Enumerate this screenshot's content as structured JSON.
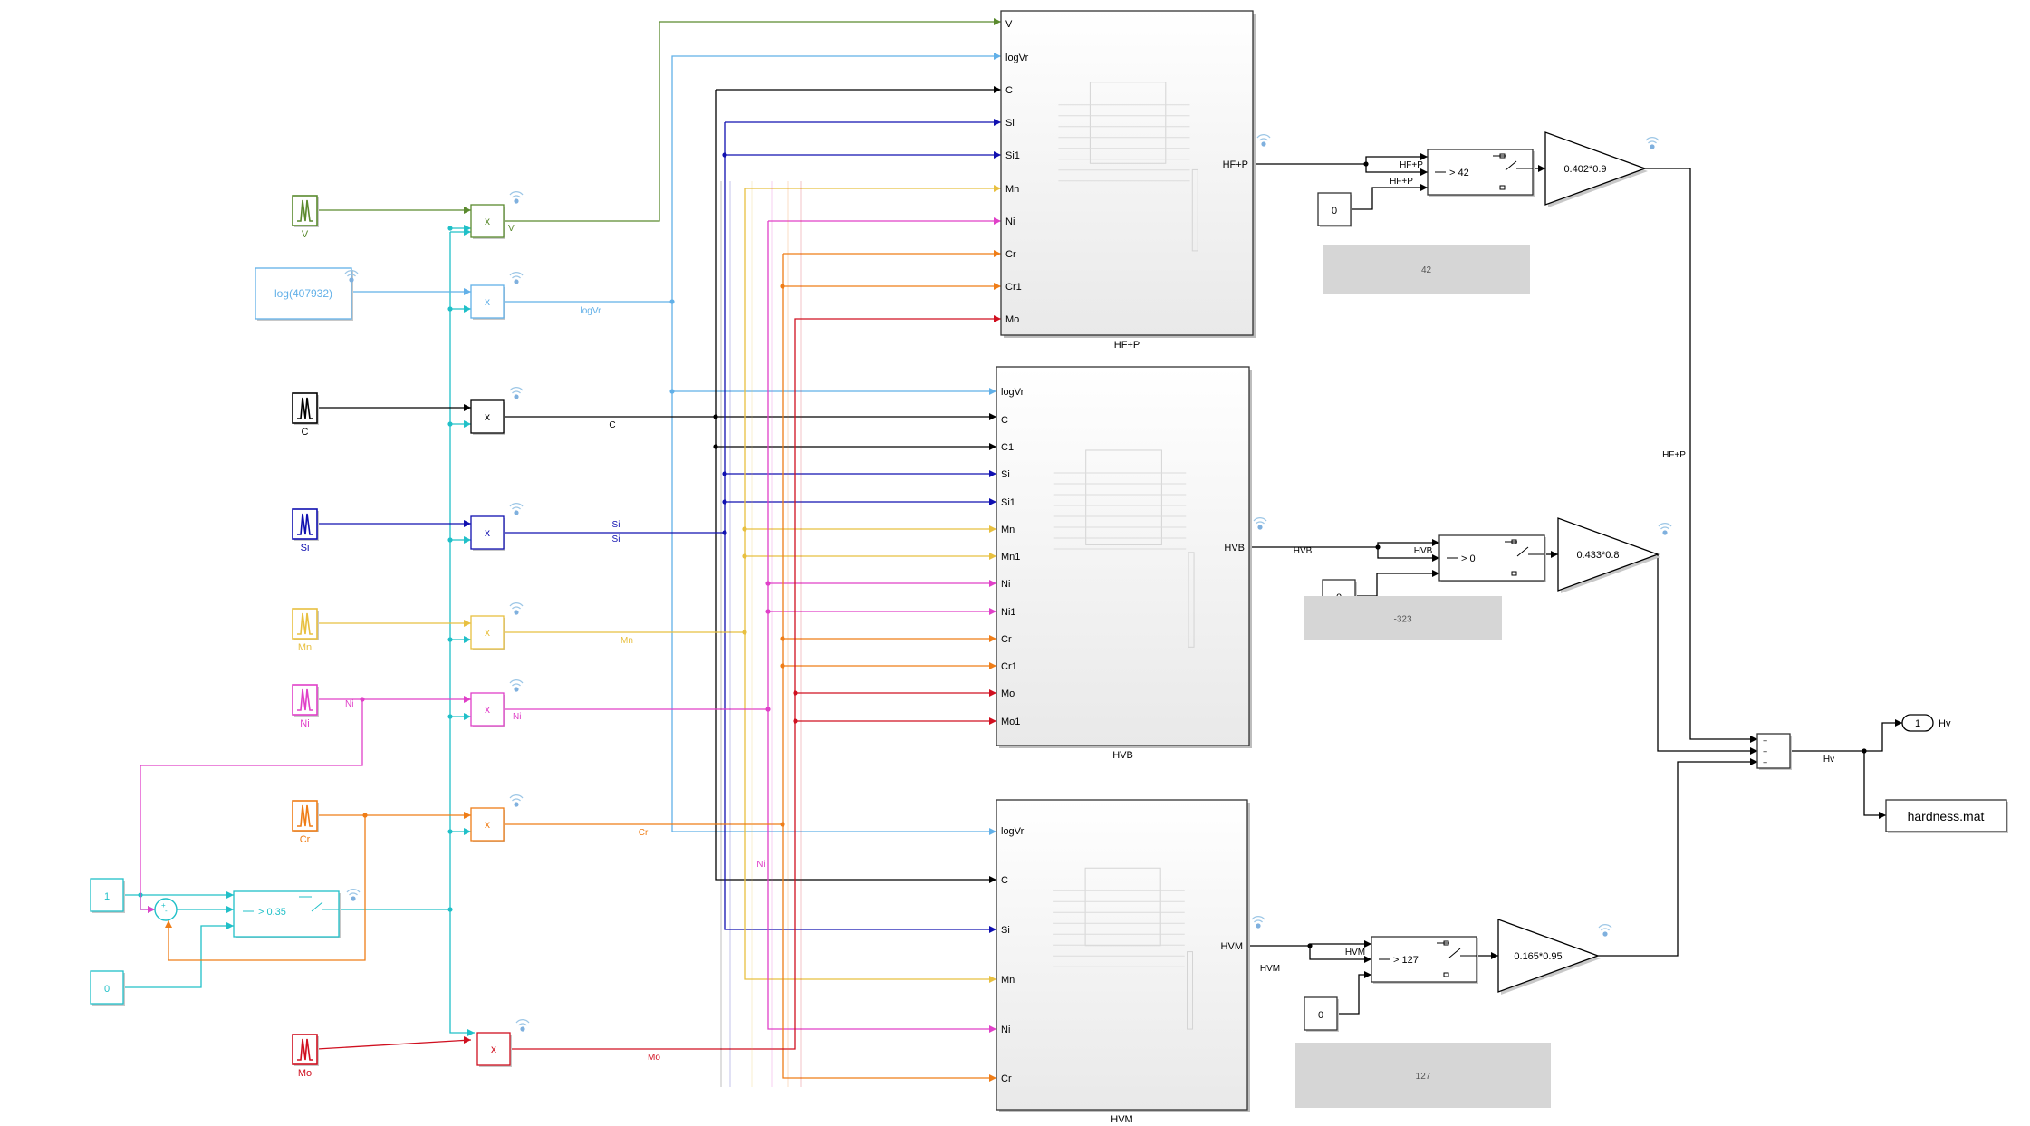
{
  "sources": {
    "V": "V",
    "logVr_expr": "log(407932)",
    "C": "C",
    "Si": "Si",
    "Mn": "Mn",
    "Ni": "Ni",
    "Cr": "Cr",
    "Mo": "Mo",
    "const_1": "1",
    "const_0": "0",
    "threshold_035": "> 0.35"
  },
  "products": {
    "label": "x"
  },
  "signals": {
    "V": "V",
    "logVr": "logVr",
    "C": "C",
    "Si": "Si",
    "Si2": "Si",
    "Mn": "Mn",
    "Ni": "Ni",
    "Ni2": "Ni",
    "Cr": "Cr",
    "Mo": "Mo",
    "Ni_lower": "Ni",
    "HFP": "HF+P",
    "HVB": "HVB",
    "HVM": "HVM",
    "Hv": "Hv"
  },
  "subsystems": {
    "hfp": {
      "name": "HF+P",
      "inputs": [
        "V",
        "logVr",
        "C",
        "Si",
        "Si1",
        "Mn",
        "Ni",
        "Cr",
        "Cr1",
        "Mo"
      ],
      "output": "HF+P"
    },
    "hvb": {
      "name": "HVB",
      "inputs": [
        "logVr",
        "C",
        "C1",
        "Si",
        "Si1",
        "Mn",
        "Mn1",
        "Ni",
        "Ni1",
        "Cr",
        "Cr1",
        "Mo",
        "Mo1"
      ],
      "output": "HVB"
    },
    "hvm": {
      "name": "HVM",
      "inputs": [
        "logVr",
        "C",
        "Si",
        "Mn",
        "Ni",
        "Cr"
      ],
      "output": "HVM"
    }
  },
  "stages": {
    "hfp": {
      "const": "0",
      "switch": "> 42",
      "sig_in": "HF+P",
      "gain": "0.402*0.9",
      "note": "42"
    },
    "hvb": {
      "const": "0",
      "switch": "> 0",
      "sig_in": "HVB",
      "gain": "0.433*0.8",
      "note": "-323"
    },
    "hvm": {
      "const": "0",
      "switch": "> 127",
      "sig_in": "HVM",
      "gain": "0.165*0.95",
      "note": "127"
    }
  },
  "sum_signs": [
    "+",
    "+",
    "+"
  ],
  "outputs": {
    "outport_num": "1",
    "outport_name": "Hv",
    "to_file": "hardness.mat"
  },
  "colors": {
    "V": "#5a8a2e",
    "logVr": "#62b0e8",
    "C": "#000000",
    "Si": "#1010b0",
    "Mn": "#e8c040",
    "Ni": "#e040c8",
    "Cr": "#ef7d17",
    "Mo": "#d01020",
    "cyan": "#20c0c8",
    "gray": "#b8b8b8",
    "note_bg": "#d6d6d6"
  }
}
